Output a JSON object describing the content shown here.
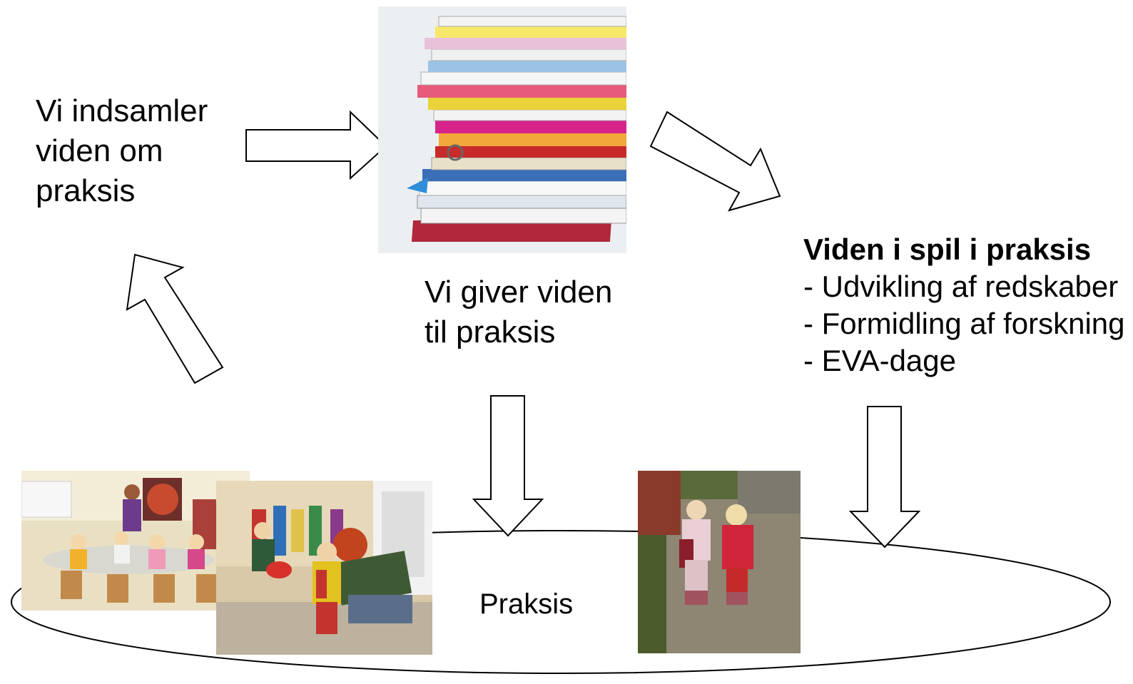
{
  "collect_text": "Vi indsamler\nviden om\npraksis",
  "give_text": "Vi giver viden\ntil praksis",
  "play": {
    "title": "Viden i spil i praksis",
    "items": [
      "- Udvikling af redskaber",
      "- Formidling af forskning",
      "- EVA-dage"
    ]
  },
  "practice_label": "Praksis",
  "colors": {
    "stroke": "#000000",
    "fill": "#ffffff"
  },
  "images": [
    {
      "name": "folders-stack-photo",
      "depicts": "stack of colorful folders and papers"
    },
    {
      "name": "classroom-photo",
      "depicts": "children sitting at tables in a daycare room"
    },
    {
      "name": "wardrobe-photo",
      "depicts": "adult helping a child dress in a cloakroom"
    },
    {
      "name": "children-outdoor-photo",
      "depicts": "two small children in rain clothes outdoors"
    }
  ]
}
